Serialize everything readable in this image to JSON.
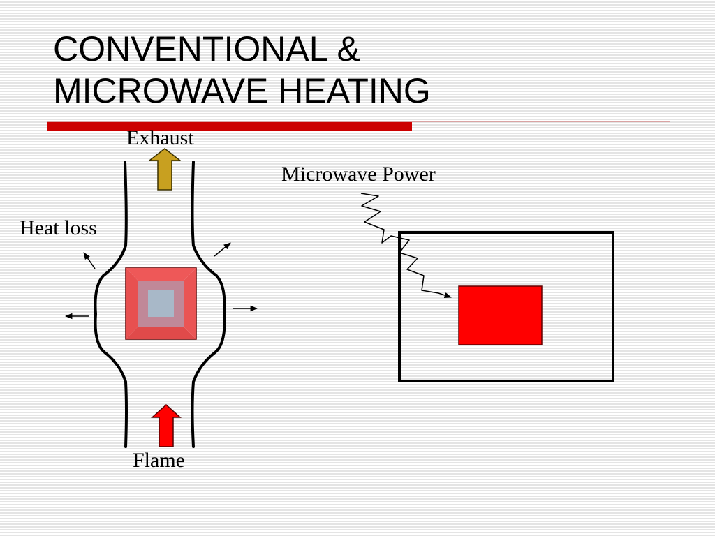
{
  "slide": {
    "title_line1": "CONVENTIONAL &",
    "title_line2": "MICROWAVE HEATING"
  },
  "conventional": {
    "exhaust_label": "Exhaust",
    "heat_loss_label": "Heat loss",
    "flame_label": "Flame",
    "exhaust_arrow_color": "#c8a020",
    "flame_arrow_color": "#ff0000",
    "sample_edge_color": "#f05050",
    "sample_center_color": "#a8b8c8"
  },
  "microwave": {
    "power_label": "Microwave Power",
    "sample_color": "#ff0000"
  },
  "colors": {
    "accent_bar": "#cc0000"
  }
}
